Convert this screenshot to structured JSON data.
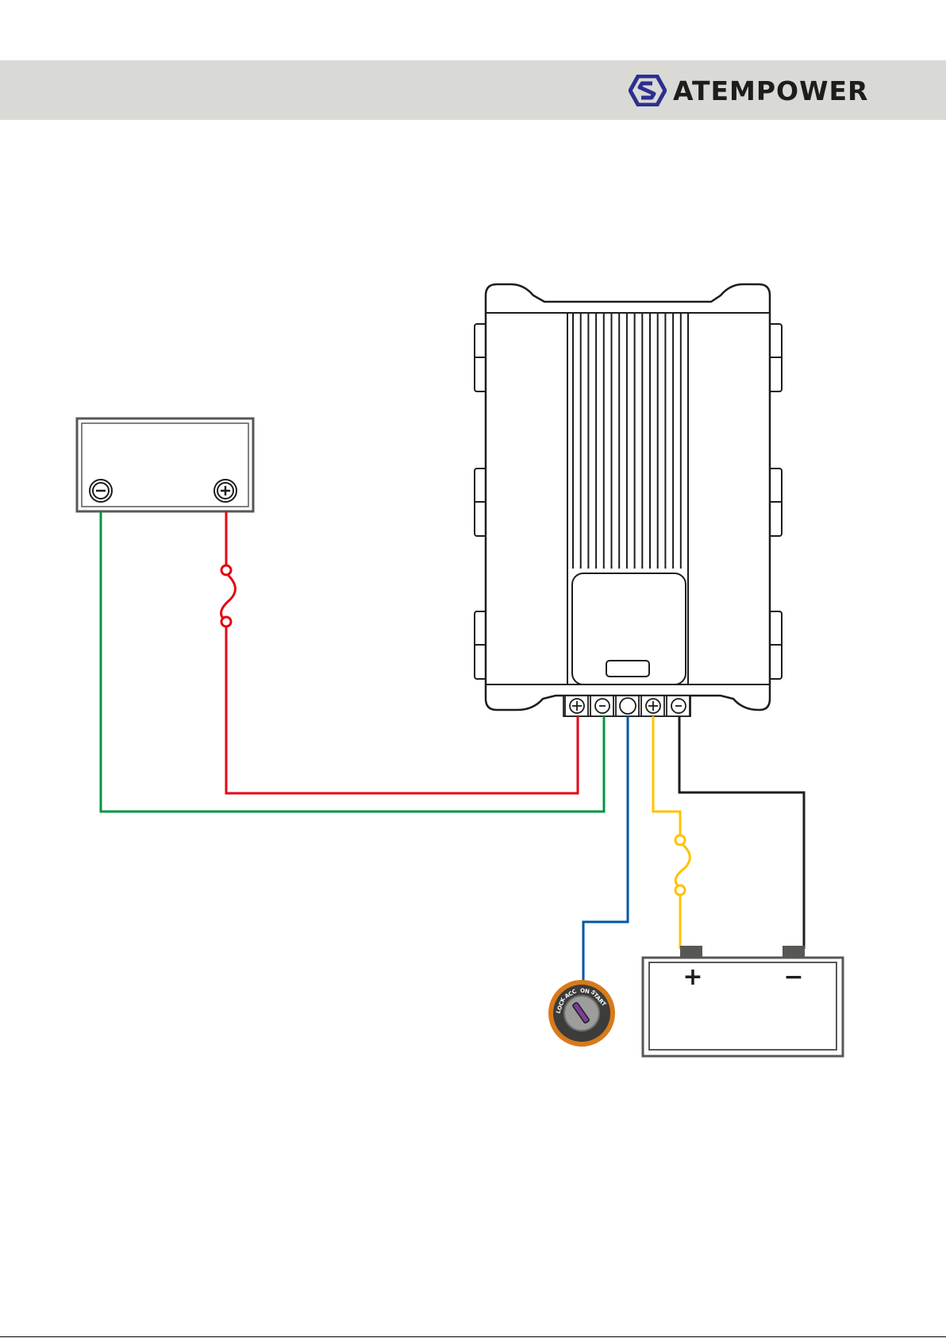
{
  "header": {
    "brand_name": "ATEMPOWER",
    "band_color": "#d9d9d6",
    "logo_color": "#2d2f8f"
  },
  "wires": {
    "starter_positive_color": "#e30613",
    "starter_negative_color": "#009640",
    "ignition_color": "#0055a5",
    "aux_positive_color": "#fdc300",
    "aux_negative_color": "#1d1d1b"
  },
  "ignition_switch": {
    "positions": [
      "LOCK",
      "ACC",
      "ON",
      "START"
    ],
    "ring_color": "#d97a1b"
  },
  "aux_battery": {
    "positive_label": "+",
    "negative_label": "−"
  }
}
